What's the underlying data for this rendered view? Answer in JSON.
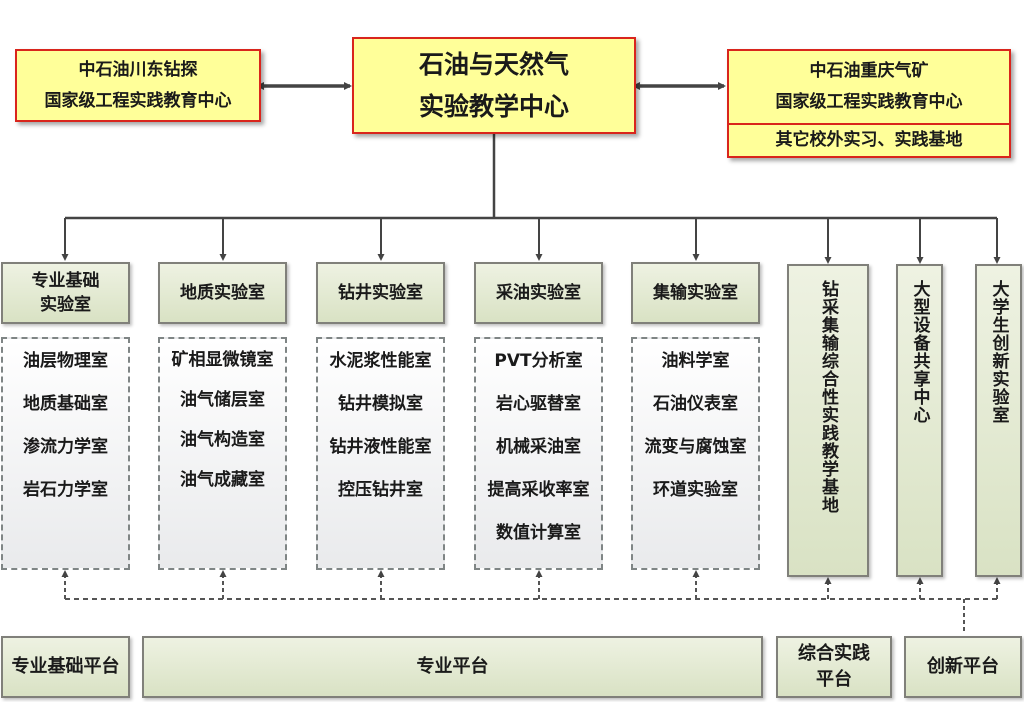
{
  "top": {
    "left_center": [
      "中石油川东钻探",
      "国家级工程实践教育中心"
    ],
    "center": [
      "石油与天然气",
      "实验教学中心"
    ],
    "right_center": [
      "中石油重庆气矿",
      "国家级工程实践教育中心"
    ],
    "right_other": "其它校外实习、实践基地"
  },
  "labs": [
    {
      "title": "专业基础实验室",
      "title_lines": [
        "专业基础",
        "实验室"
      ],
      "rooms": [
        "油层物理室",
        "地质基础室",
        "渗流力学室",
        "岩石力学室"
      ]
    },
    {
      "title": "地质实验室",
      "title_lines": [
        "地质实验室"
      ],
      "rooms": [
        "矿相显微镜室",
        "油气储层室",
        "油气构造室",
        "油气成藏室"
      ]
    },
    {
      "title": "钻井实验室",
      "title_lines": [
        "钻井实验室"
      ],
      "rooms": [
        "水泥浆性能室",
        "钻井模拟室",
        "钻井液性能室",
        "控压钻井室"
      ]
    },
    {
      "title": "采油实验室",
      "title_lines": [
        "采油实验室"
      ],
      "rooms": [
        "PVT分析室",
        "岩心驱替室",
        "机械采油室",
        "提高采收率室",
        "数值计算室"
      ]
    },
    {
      "title": "集输实验室",
      "title_lines": [
        "集输实验室"
      ],
      "rooms": [
        "油料学室",
        "石油仪表室",
        "流变与腐蚀室",
        "环道实验室"
      ]
    }
  ],
  "vertical_units": [
    "钻采集输综合性实践教学基地",
    "大型设备共享中心",
    "大学生创新实验室"
  ],
  "platforms": {
    "basic": "专业基础平台",
    "professional": "专业平台",
    "practice": [
      "综合实践",
      "平台"
    ],
    "innovation": "创新平台"
  },
  "colors": {
    "top_box_fill": "#ffff99",
    "top_box_border": "#d9251c",
    "unit_fill": "#dfe6cc",
    "line": "#444444"
  }
}
